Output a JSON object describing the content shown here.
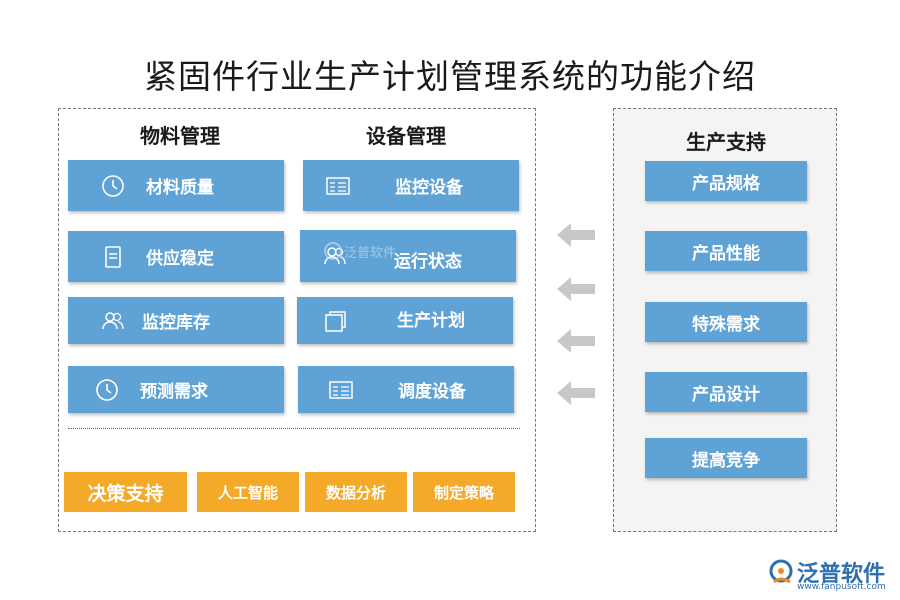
{
  "title": "紧固件行业生产计划管理系统的功能介绍",
  "material": {
    "heading": "物料管理",
    "items": [
      {
        "label": "材料质量",
        "icon": "clock-icon"
      },
      {
        "label": "供应稳定",
        "icon": "document-icon"
      },
      {
        "label": "监控库存",
        "icon": "users-icon"
      },
      {
        "label": "预测需求",
        "icon": "clock-icon"
      }
    ]
  },
  "equipment": {
    "heading": "设备管理",
    "items": [
      {
        "label": "监控设备",
        "icon": "server-icon"
      },
      {
        "label": "运行状态",
        "icon": "users-icon"
      },
      {
        "label": "生产计划",
        "icon": "stack-icon"
      },
      {
        "label": "调度设备",
        "icon": "server-icon"
      }
    ]
  },
  "decision": {
    "heading": "决策支持",
    "items": [
      "人工智能",
      "数据分析",
      "制定策略"
    ]
  },
  "production": {
    "heading": "生产支持",
    "items": [
      "产品规格",
      "产品性能",
      "特殊需求",
      "产品设计",
      "提高竞争"
    ]
  },
  "watermark": "泛普软件",
  "logo": {
    "name": "泛普软件",
    "url": "www.fanpusoft.com"
  },
  "colors": {
    "blue": "#5fa3d6",
    "orange": "#f5a928",
    "arrow": "#c8c8c8"
  }
}
